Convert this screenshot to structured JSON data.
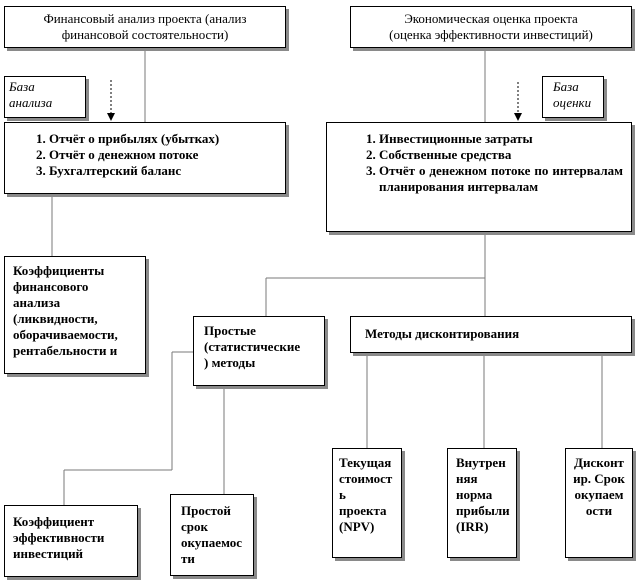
{
  "fin_analysis": {
    "line1": "Финансовый анализ проекта (анализ",
    "line2": "финансовой состоятельности)"
  },
  "econ_eval": {
    "line1": "Экономическая оценка проекта",
    "line2": "(оценка эффективности инвестиций)"
  },
  "base_left": {
    "line1": "База",
    "line2": "анализа"
  },
  "base_right": {
    "line1": "База",
    "line2": "оценки"
  },
  "left_list": [
    "Отчёт о прибылях (убытках)",
    "Отчёт о денежном потоке",
    "Бухгалтерский баланс"
  ],
  "right_list": [
    "Инвестиционные затраты",
    "Собственные средства",
    "Отчёт о денежном потоке по интервалам планирования интервалам"
  ],
  "coefficients": {
    "line1": "Коэффициенты",
    "line2": "финансового",
    "line3": "анализа",
    "line4": "(ликвидности,",
    "line5": "оборачиваемости,",
    "line6": "рентабельности и"
  },
  "simple_methods": {
    "line1": "Простые",
    "line2": "(статистические",
    "line3": ") методы"
  },
  "discount_methods": {
    "label": "Методы дисконтирования"
  },
  "npv": {
    "line1": "Текущая",
    "line2": "стоимост",
    "line3": "ь",
    "line4": "проекта",
    "line5": "(NPV)"
  },
  "irr": {
    "line1": "Внутрен",
    "line2": "няя",
    "line3": "норма",
    "line4": "прибыли",
    "line5": "(IRR)"
  },
  "disc_payback": {
    "line1": "Дисконт",
    "line2": "ир. Срок",
    "line3": "окупаем",
    "line4": "ости"
  },
  "coef_efficiency": {
    "line1": "Коэффициент",
    "line2": "эффективности",
    "line3": "инвестиций"
  },
  "simple_payback": {
    "line1": "Простой",
    "line2": "срок",
    "line3": "окупаемос",
    "line4": "ти"
  }
}
